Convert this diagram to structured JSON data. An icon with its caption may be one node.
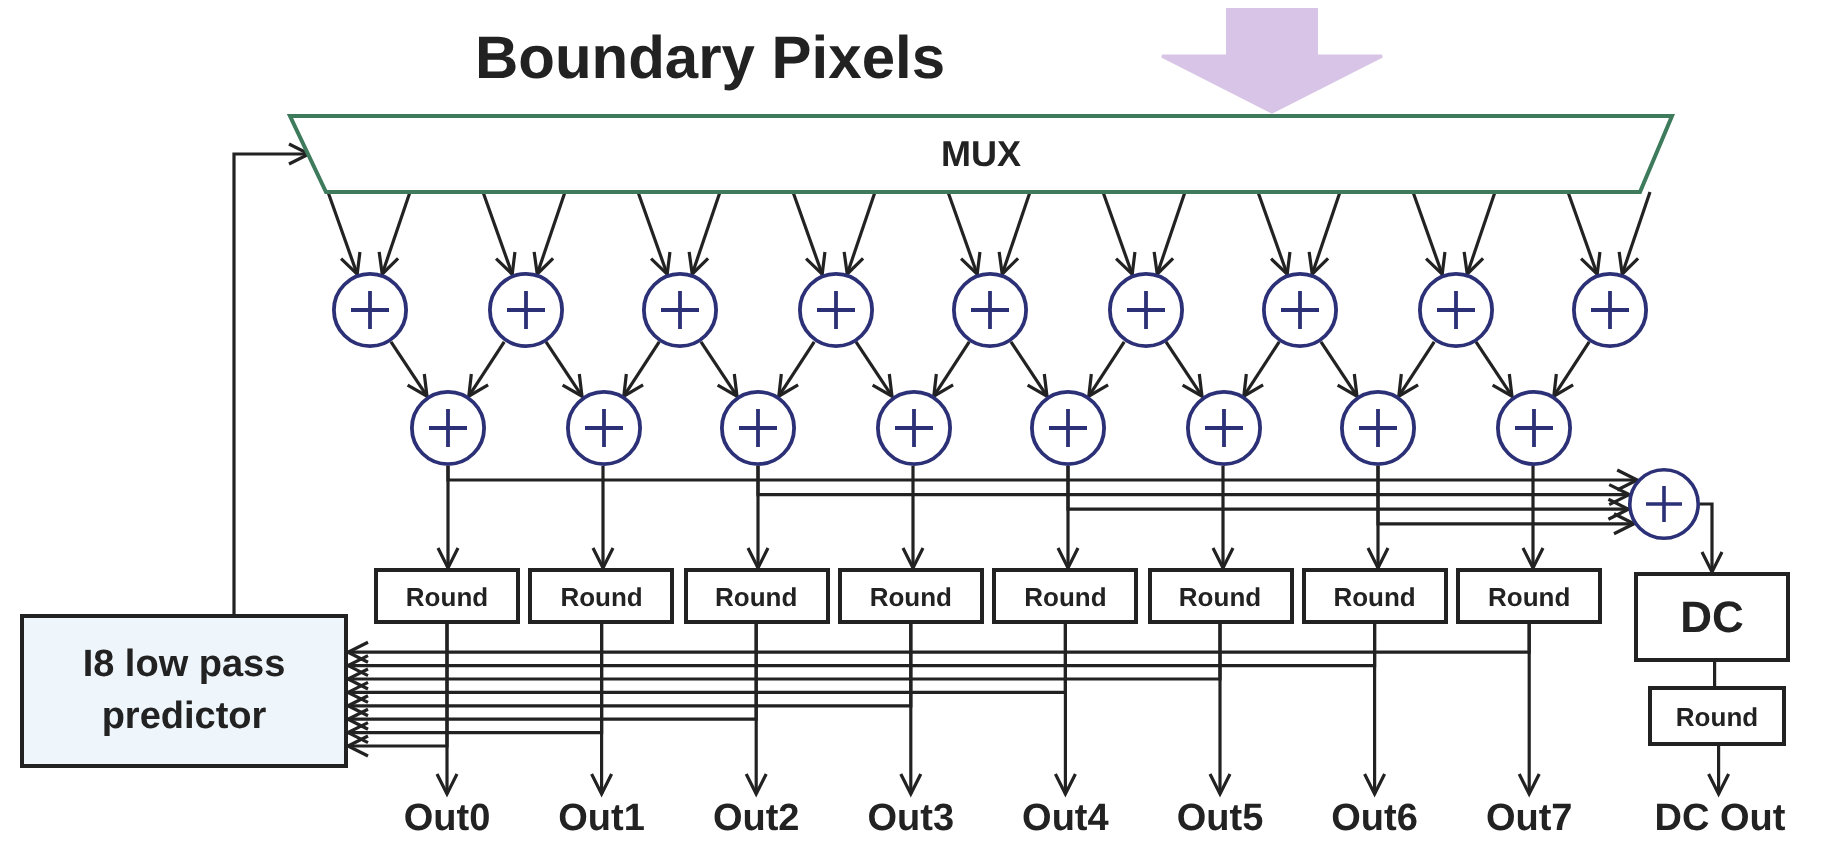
{
  "diagram": {
    "title": "Boundary Pixels",
    "nodes": [
      {
        "text": [
          "MUX"
        ]
      },
      {
        "text": [],
        "shape": "circle"
      },
      {
        "text": [],
        "shape": "circle"
      },
      {
        "text": [],
        "shape": "circle"
      },
      {
        "text": [],
        "shape": "circle"
      },
      {
        "text": [],
        "shape": "circle"
      },
      {
        "text": [],
        "shape": "circle"
      },
      {
        "text": [],
        "shape": "circle"
      },
      {
        "text": [],
        "shape": "circle"
      },
      {
        "text": [],
        "shape": "circle"
      },
      {
        "text": [],
        "shape": "circle"
      },
      {
        "text": [],
        "shape": "circle"
      },
      {
        "text": [],
        "shape": "circle"
      },
      {
        "text": [],
        "shape": "circle"
      },
      {
        "text": [],
        "shape": "circle"
      },
      {
        "text": [],
        "shape": "circle"
      },
      {
        "text": [],
        "shape": "circle"
      },
      {
        "text": [],
        "shape": "circle"
      },
      {
        "text": [],
        "shape": "circle"
      },
      {
        "text": [
          "Round"
        ]
      },
      {
        "text": [
          "Round"
        ]
      },
      {
        "text": [
          "Round"
        ]
      },
      {
        "text": [
          "Round"
        ]
      },
      {
        "text": [
          "Round"
        ]
      },
      {
        "text": [
          "Round"
        ]
      },
      {
        "text": [
          "Round"
        ]
      },
      {
        "text": [
          "Round"
        ]
      },
      {
        "text": [
          "DC"
        ]
      },
      {
        "text": [
          "Round"
        ]
      },
      {
        "text": [
          "I8 low pass predictor"
        ]
      },
      {
        "text": [
          "Out0"
        ]
      },
      {
        "text": [
          "Out1"
        ]
      },
      {
        "text": [
          "Out2"
        ]
      },
      {
        "text": [
          "Out3"
        ]
      },
      {
        "text": [
          "Out4"
        ]
      },
      {
        "text": [
          "Out5"
        ]
      },
      {
        "text": [
          "Out6"
        ]
      },
      {
        "text": [
          "Out7"
        ]
      },
      {
        "text": [
          "DC Out"
        ]
      }
    ],
    "edges": [
      {
        "from": 0,
        "to": 1,
        "arrow": "to"
      },
      {
        "from": 0,
        "to": 1,
        "arrow": "to"
      },
      {
        "from": 0,
        "to": 2,
        "arrow": "to"
      },
      {
        "from": 0,
        "to": 2,
        "arrow": "to"
      },
      {
        "from": 0,
        "to": 3,
        "arrow": "to"
      },
      {
        "from": 0,
        "to": 3,
        "arrow": "to"
      },
      {
        "from": 0,
        "to": 4,
        "arrow": "to"
      },
      {
        "from": 0,
        "to": 4,
        "arrow": "to"
      },
      {
        "from": 0,
        "to": 5,
        "arrow": "to"
      },
      {
        "from": 0,
        "to": 5,
        "arrow": "to"
      },
      {
        "from": 0,
        "to": 6,
        "arrow": "to"
      },
      {
        "from": 0,
        "to": 6,
        "arrow": "to"
      },
      {
        "from": 0,
        "to": 7,
        "arrow": "to"
      },
      {
        "from": 0,
        "to": 7,
        "arrow": "to"
      },
      {
        "from": 0,
        "to": 8,
        "arrow": "to"
      },
      {
        "from": 0,
        "to": 8,
        "arrow": "to"
      },
      {
        "from": 0,
        "to": 9,
        "arrow": "to"
      },
      {
        "from": 0,
        "to": 9,
        "arrow": "to"
      },
      {
        "from": 1,
        "to": 10,
        "arrow": "to"
      },
      {
        "from": 2,
        "to": 10,
        "arrow": "to"
      },
      {
        "from": 2,
        "to": 11,
        "arrow": "to"
      },
      {
        "from": 3,
        "to": 11,
        "arrow": "to"
      },
      {
        "from": 3,
        "to": 12,
        "arrow": "to"
      },
      {
        "from": 4,
        "to": 12,
        "arrow": "to"
      },
      {
        "from": 4,
        "to": 13,
        "arrow": "to"
      },
      {
        "from": 5,
        "to": 13,
        "arrow": "to"
      },
      {
        "from": 5,
        "to": 14,
        "arrow": "to"
      },
      {
        "from": 6,
        "to": 14,
        "arrow": "to"
      },
      {
        "from": 6,
        "to": 15,
        "arrow": "to"
      },
      {
        "from": 7,
        "to": 15,
        "arrow": "to"
      },
      {
        "from": 7,
        "to": 16,
        "arrow": "to"
      },
      {
        "from": 8,
        "to": 16,
        "arrow": "to"
      },
      {
        "from": 8,
        "to": 17,
        "arrow": "to"
      },
      {
        "from": 9,
        "to": 17,
        "arrow": "to"
      },
      {
        "from": 10,
        "to": 19,
        "arrow": "to"
      },
      {
        "from": 11,
        "to": 20,
        "arrow": "to"
      },
      {
        "from": 12,
        "to": 21,
        "arrow": "to"
      },
      {
        "from": 13,
        "to": 22,
        "arrow": "to"
      },
      {
        "from": 14,
        "to": 23,
        "arrow": "to"
      },
      {
        "from": 15,
        "to": 24,
        "arrow": "to"
      },
      {
        "from": 16,
        "to": 25,
        "arrow": "to"
      },
      {
        "from": 17,
        "to": 26,
        "arrow": "to"
      },
      {
        "from": 10,
        "to": 18,
        "arrow": "to"
      },
      {
        "from": 12,
        "to": 18,
        "arrow": "to"
      },
      {
        "from": 14,
        "to": 18,
        "arrow": "to"
      },
      {
        "from": 16,
        "to": 18,
        "arrow": "to"
      },
      {
        "from": 18,
        "to": 27,
        "arrow": "to"
      },
      {
        "from": 27,
        "to": 28,
        "arrow": "none"
      },
      {
        "from": 28,
        "to": 38,
        "arrow": "to"
      },
      {
        "from": 19,
        "to": 30,
        "arrow": "to"
      },
      {
        "from": 20,
        "to": 31,
        "arrow": "to"
      },
      {
        "from": 21,
        "to": 32,
        "arrow": "to"
      },
      {
        "from": 22,
        "to": 33,
        "arrow": "to"
      },
      {
        "from": 23,
        "to": 34,
        "arrow": "to"
      },
      {
        "from": 24,
        "to": 35,
        "arrow": "to"
      },
      {
        "from": 25,
        "to": 36,
        "arrow": "to"
      },
      {
        "from": 26,
        "to": 37,
        "arrow": "to"
      },
      {
        "from": 19,
        "to": 29,
        "arrow": "to"
      },
      {
        "from": 20,
        "to": 29,
        "arrow": "to"
      },
      {
        "from": 21,
        "to": 29,
        "arrow": "to"
      },
      {
        "from": 22,
        "to": 29,
        "arrow": "to"
      },
      {
        "from": 23,
        "to": 29,
        "arrow": "to"
      },
      {
        "from": 24,
        "to": 29,
        "arrow": "to"
      },
      {
        "from": 25,
        "to": 29,
        "arrow": "to"
      },
      {
        "from": 26,
        "to": 29,
        "arrow": "to"
      },
      {
        "from": 29,
        "to": 0,
        "arrow": "to"
      },
      {
        "from": null,
        "to": 0,
        "arrow": "to",
        "style": "thick",
        "color": "#d8c4e6"
      }
    ]
  }
}
